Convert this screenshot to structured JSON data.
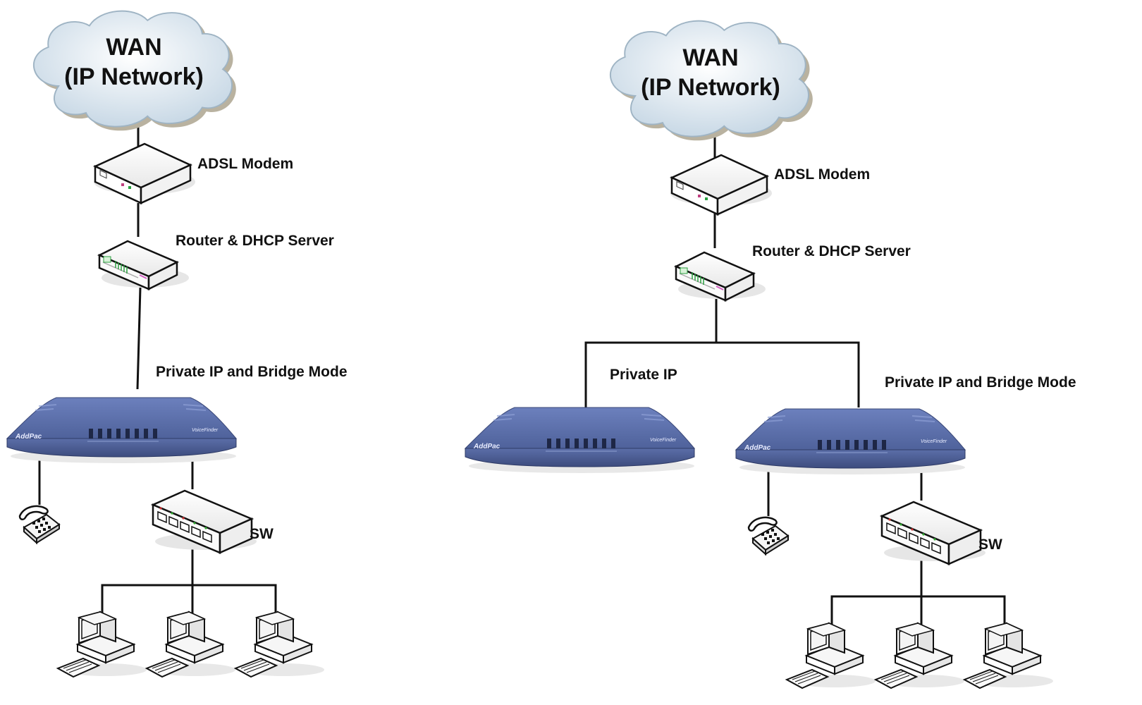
{
  "left": {
    "cloud": {
      "title": "WAN",
      "subtitle": "(IP Network)"
    },
    "modem_label": "ADSL Modem",
    "router_label": "Router & DHCP Server",
    "gateway_label": "Private IP and Bridge Mode",
    "switch_label": "SW",
    "gateway_brand": "AddPac",
    "gateway_model": "VoiceFinder"
  },
  "right": {
    "cloud": {
      "title": "WAN",
      "subtitle": "(IP Network)"
    },
    "modem_label": "ADSL Modem",
    "router_label": "Router & DHCP Server",
    "gateway1_label": "Private IP",
    "gateway2_label": "Private IP and Bridge Mode",
    "switch_label": "SW",
    "gateway1_brand": "AddPac",
    "gateway1_model": "VoiceFinder",
    "gateway2_brand": "AddPac",
    "gateway2_model": "VoiceFinder"
  },
  "icons": {
    "cloud": "cloud-icon",
    "modem": "modem-icon",
    "router": "router-icon",
    "gateway": "voip-gateway-icon",
    "phone": "telephone-icon",
    "switch": "switch-icon",
    "pc": "desktop-pc-icon"
  },
  "colors": {
    "cloud_fill": "#dde8f2",
    "gateway_fill": "#5a6fa8",
    "line": "#111111"
  }
}
